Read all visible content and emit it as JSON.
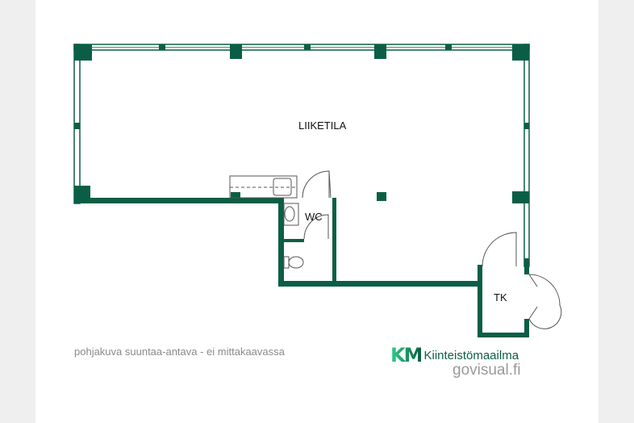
{
  "rooms": {
    "main": "LIIKETILA",
    "wc": "WC",
    "tk": "TK"
  },
  "note": "pohjakuva suuntaa-antava - ei mittakaavassa",
  "logo": {
    "mark": "KM",
    "name": "Kiinteistömaailma"
  },
  "website": "govisual.fi",
  "colors": {
    "wall": "#0b5e45",
    "accent": "#2fd08a"
  }
}
